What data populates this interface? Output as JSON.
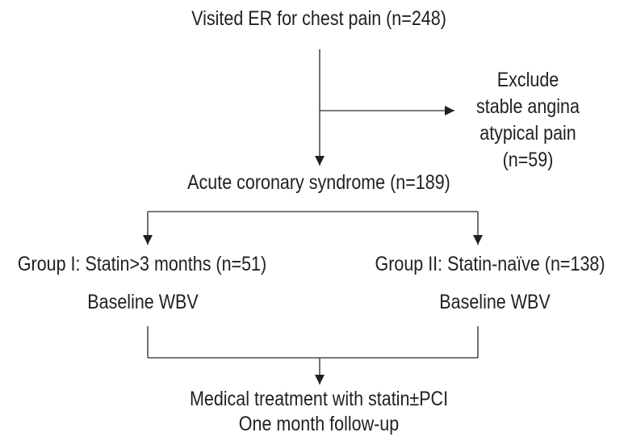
{
  "figure": {
    "type": "flowchart",
    "background_color": "#ffffff",
    "text_color": "#231f20",
    "line_color": "#4c4d4f",
    "arrowhead_color": "#231f20",
    "nodes": {
      "visited_er": "Visited ER for chest pain (n=248)",
      "exclude": {
        "lines": [
          "Exclude",
          "stable angina",
          "atypical pain",
          "(n=59)"
        ]
      },
      "acs": "Acute coronary syndrome (n=189)",
      "group1": {
        "title": "Group I: Statin>3 months (n=51)",
        "subtitle": "Baseline WBV"
      },
      "group2": {
        "title": "Group II: Statin-naïve (n=138)",
        "subtitle": "Baseline WBV"
      },
      "outcome": {
        "lines": [
          "Medical treatment with statin±PCI",
          "One month follow-up"
        ]
      }
    }
  }
}
